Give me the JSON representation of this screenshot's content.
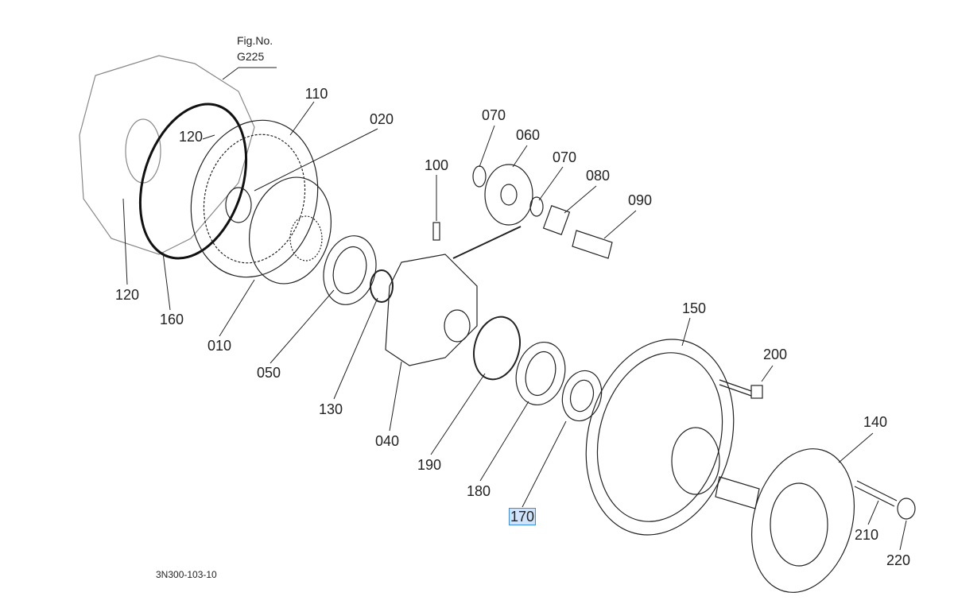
{
  "figure": {
    "fig_label": "Fig.No.",
    "fig_number": "G225",
    "drawing_code": "3N300-103-10"
  },
  "labels": [
    "110",
    "020",
    "120",
    "070",
    "060",
    "070",
    "100",
    "080",
    "090",
    "120",
    "160",
    "010",
    "050",
    "130",
    "150",
    "200",
    "040",
    "190",
    "140",
    "180",
    "170",
    "210",
    "220"
  ],
  "selected_label": "170",
  "colors": {
    "highlight_fill": "#cfe3fb",
    "highlight_border": "#3a8ee6",
    "line": "#222222"
  }
}
